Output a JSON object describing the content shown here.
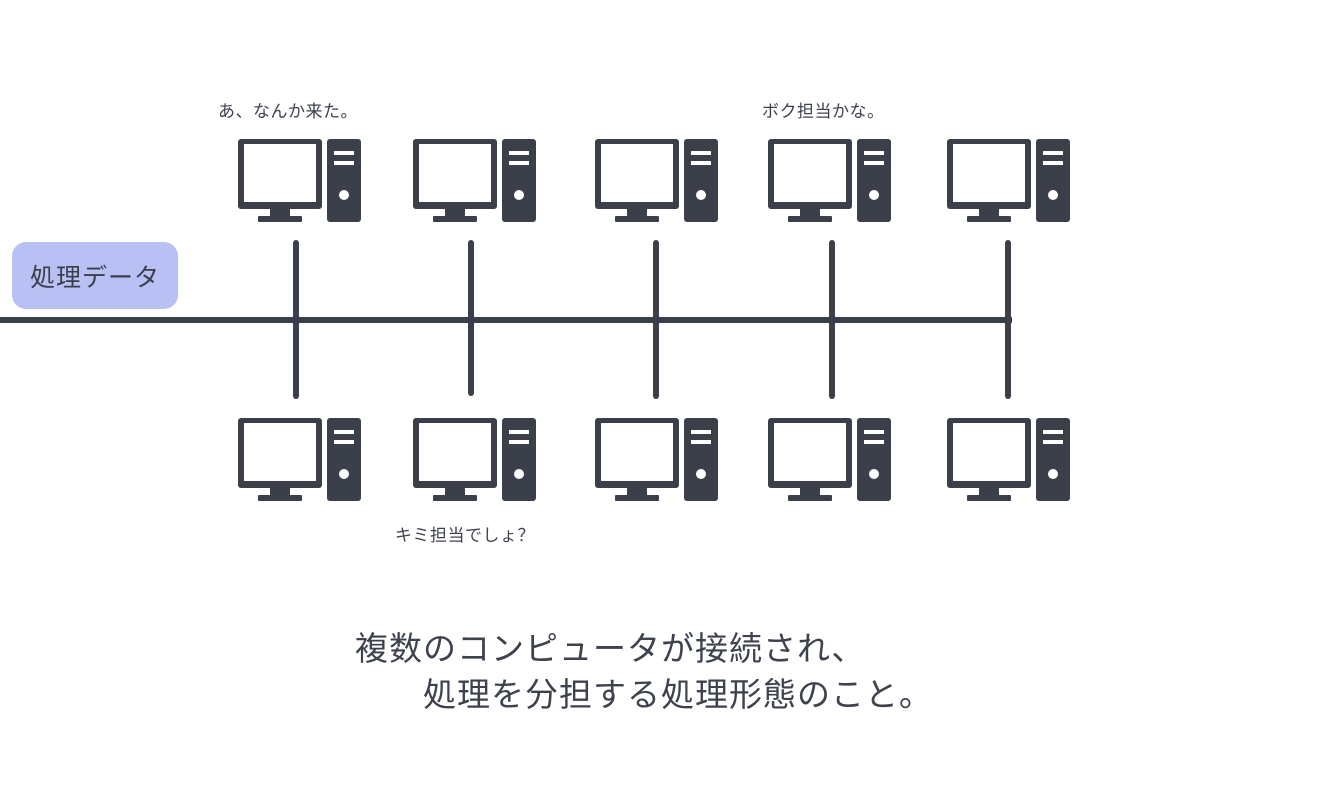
{
  "colors": {
    "ink": "#3a3f4a",
    "label_background": "#b9c1f4",
    "background": "#ffffff"
  },
  "icon": "desktop-computer-icon",
  "network": {
    "node_count_top": 5,
    "node_count_bottom": 5
  },
  "data_label": "処理データ",
  "bubbles": {
    "top_left": "あ、なんか来た。",
    "top_right": "ボク担当かな。",
    "bottom": "キミ担当でしょ？"
  },
  "caption": {
    "line1": "複数のコンピュータが接続され、",
    "line2": "処理を分担する処理形態のこと。"
  }
}
